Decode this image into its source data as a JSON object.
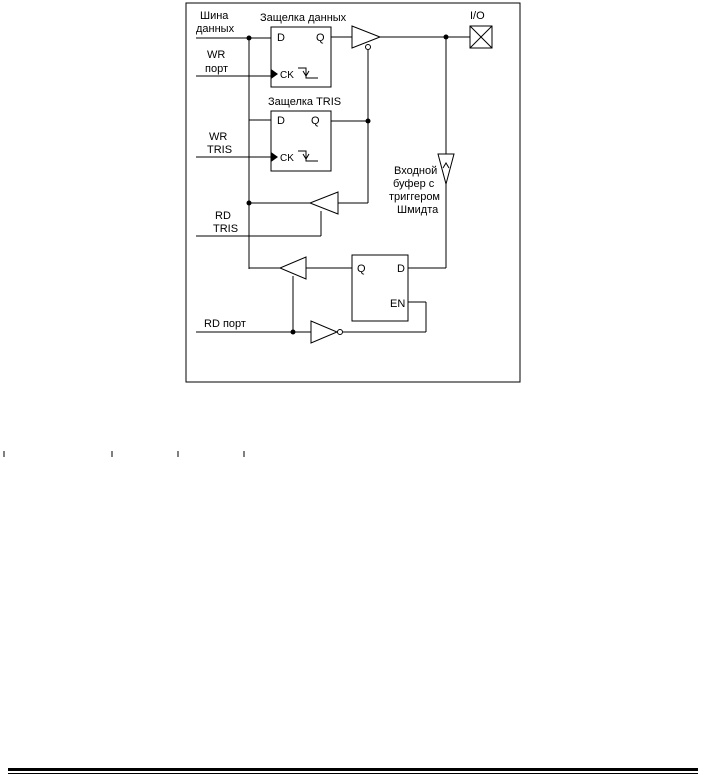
{
  "labels": {
    "data_bus_1": "Шина",
    "data_bus_2": "данных",
    "data_latch": "Защелка данных",
    "wr_port_1": "WR",
    "wr_port_2": "порт",
    "tris_latch": "Защелка TRIS",
    "wr_tris_1": "WR",
    "wr_tris_2": "TRIS",
    "rd_tris_1": "RD",
    "rd_tris_2": "TRIS",
    "rd_port": "RD порт",
    "io": "I/O",
    "schmitt_1": "Входной",
    "schmitt_2": "буфер с",
    "schmitt_3": "триггером",
    "schmitt_4": "Шмидта",
    "pin_d": "D",
    "pin_q": "Q",
    "pin_ck": "CK",
    "pin_en": "EN"
  }
}
